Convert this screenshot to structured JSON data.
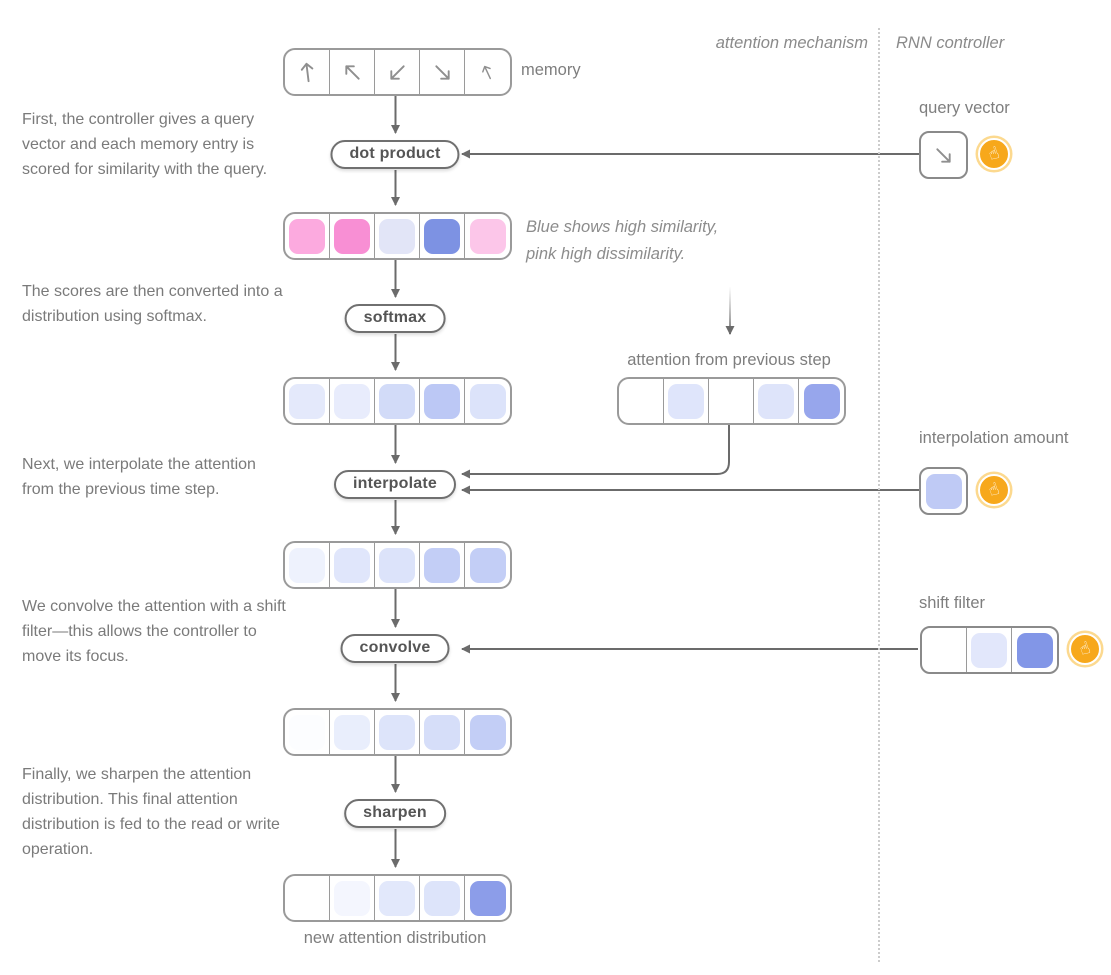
{
  "header": {
    "left": "attention mechanism",
    "right": "RNN controller"
  },
  "left_notes": [
    "First, the controller gives a query vector and each memory entry is scored for similarity with the query.",
    "The scores are then converted into a distribution using softmax.",
    "Next, we interpolate the attention from the previous time step.",
    "We convolve the attention with a shift filter—this allows the controller to move its focus.",
    "Finally, we sharpen the attention distribution. This final attention distribution is fed to the read or write operation."
  ],
  "memory": {
    "label": "memory",
    "arrows": [
      {
        "r": -52,
        "s": 1
      },
      {
        "r": -90,
        "s": 1
      },
      {
        "r": 180,
        "s": 1
      },
      {
        "r": 90,
        "s": 1
      },
      {
        "r": -70,
        "s": 0.75
      }
    ]
  },
  "caption": {
    "line1": "Blue shows high similarity,",
    "line2": "pink high dissimilarity."
  },
  "nodes": {
    "dot_product": "dot product",
    "softmax": "softmax",
    "interpolate": "interpolate",
    "convolve": "convolve",
    "sharpen": "sharpen"
  },
  "rows": {
    "similarity": [
      "#fcaadf",
      "#f88fd4",
      "#e2e5f7",
      "#7d92e3",
      "#fcc6e9"
    ],
    "distribution": [
      "#e4e9fb",
      "#e8ecfc",
      "#d2dbf8",
      "#bcc8f5",
      "#dce3fa"
    ],
    "prev_attention": {
      "label": "attention from previous step",
      "cells": [
        null,
        "#dfe5fb",
        null,
        "#dee4fa",
        "#97a6ec"
      ]
    },
    "interpolated": [
      "#eef2fd",
      "#e0e6fb",
      "#dce3fa",
      "#c3cef6",
      "#c3cef6"
    ],
    "convolved": [
      "#fcfdff",
      "#e9eefc",
      "#dde4fa",
      "#d6def9",
      "#c3cef6"
    ],
    "final": {
      "label": "new attention distribution",
      "cells": [
        null,
        "#f4f6fe",
        "#e2e8fb",
        "#dde4fa",
        "#8c9de9"
      ]
    }
  },
  "controller": {
    "query": {
      "label": "query vector",
      "arrows": [
        {
          "r": 90,
          "s": 1
        }
      ]
    },
    "interpolation": {
      "label": "interpolation amount",
      "cells": [
        "#bfcaf5"
      ]
    },
    "shift": {
      "label": "shift filter",
      "cells": [
        null,
        "#e2e7fb",
        "#8296e7"
      ]
    }
  },
  "icons": {
    "hand_glyph": "☝"
  },
  "colors": {
    "line": "#6b6b6b",
    "cell_border": "#9a9a9a",
    "pill_border": "#707070",
    "text": "#7a7a7a",
    "label": "#7e7e7e",
    "hand": "#f7a81b",
    "hand_ring": "#fcd98f",
    "divider": "#cccccc",
    "pill_text": "#555555"
  }
}
